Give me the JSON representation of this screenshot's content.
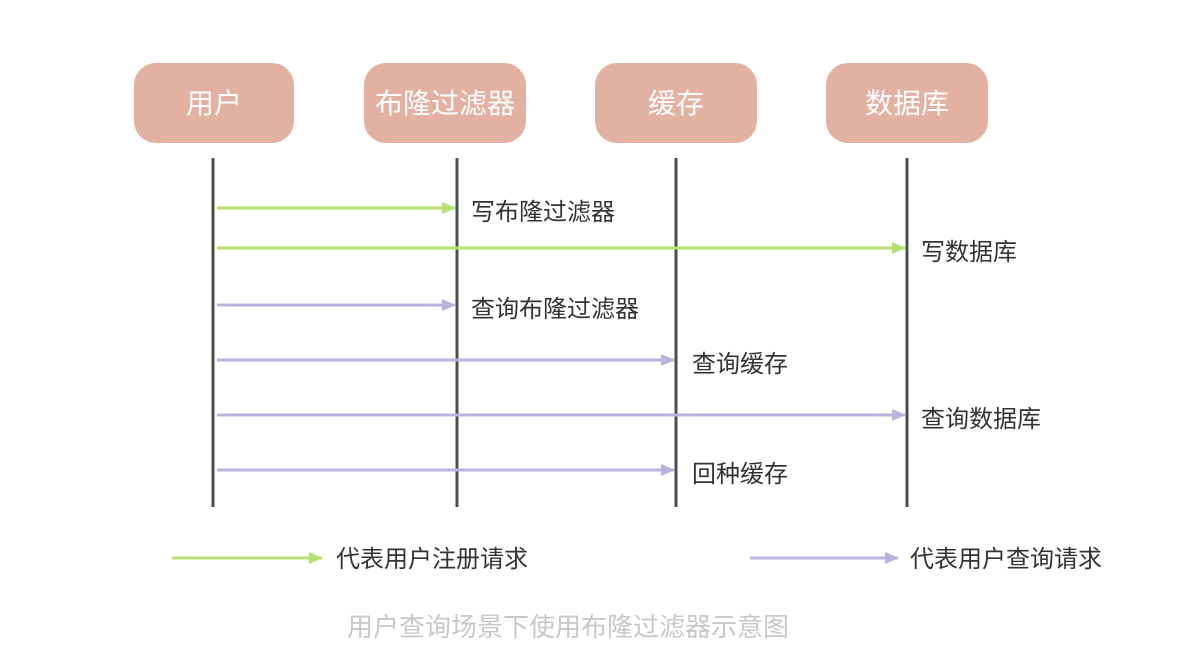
{
  "colors": {
    "actor_fill": "#e3b1a1",
    "register": "#b8df72",
    "query": "#b9b2dc"
  },
  "actors": [
    {
      "id": "user",
      "label": "用户"
    },
    {
      "id": "bloom",
      "label": "布隆过滤器"
    },
    {
      "id": "cache",
      "label": "缓存"
    },
    {
      "id": "db",
      "label": "数据库"
    }
  ],
  "messages": [
    {
      "from": "user",
      "to": "bloom",
      "label": "写布隆过滤器",
      "kind": "register"
    },
    {
      "from": "user",
      "to": "db",
      "label": "写数据库",
      "kind": "register"
    },
    {
      "from": "user",
      "to": "bloom",
      "label": "查询布隆过滤器",
      "kind": "query"
    },
    {
      "from": "user",
      "to": "cache",
      "label": "查询缓存",
      "kind": "query"
    },
    {
      "from": "user",
      "to": "db",
      "label": "查询数据库",
      "kind": "query"
    },
    {
      "from": "user",
      "to": "cache",
      "label": "回种缓存",
      "kind": "query"
    }
  ],
  "legend": [
    {
      "kind": "register",
      "label": "代表用户注册请求"
    },
    {
      "kind": "query",
      "label": "代表用户查询请求"
    }
  ],
  "caption": "用户查询场景下使用布隆过滤器示意图"
}
